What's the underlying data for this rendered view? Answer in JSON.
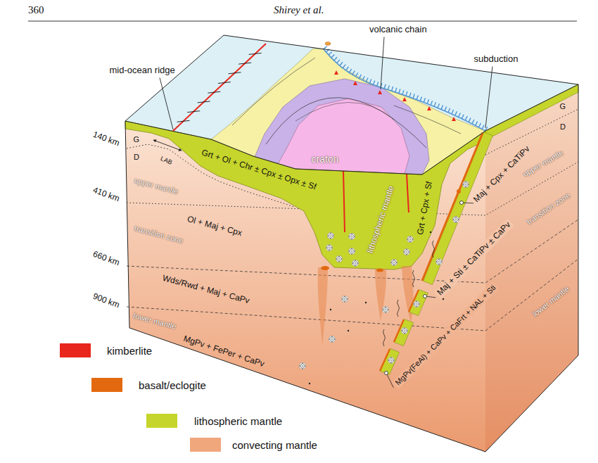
{
  "diagram": {
    "labels": [
      "360",
      "Shirey et al.",
      "mid-ocean ridge",
      "volcanic chain",
      "subduction",
      "140 km",
      "410 km",
      "660 km",
      "900 km",
      "G",
      "D",
      "G",
      "D",
      "LAB",
      "upper mantle",
      "transition zone",
      "lower mantle",
      "upper mantle",
      "transition zone",
      "lower mantle",
      "craton",
      "lithospheric mantle",
      "Grt + Ol + Chr ± Cpx ± Opx ± Sf",
      "Grt + Cpx + Sf",
      "Ol + Maj + Cpx",
      "Wds/Rwd + Maj + CaPv",
      "MgPv + FePer + CaPv",
      "Maj + Cpx + CaTiPv",
      "Maj + Sti ± CaTiPv ± CaPv",
      "MgPv(FeAl) + CaPv + CaFrt + NAL + Sti"
    ],
    "legend": [
      {
        "text": "kimberlite",
        "color": "#e8261b"
      },
      {
        "text": "basalt/eclogite",
        "color": "#e2690f"
      },
      {
        "text": "lithospheric mantle",
        "color": "#c6d52b"
      },
      {
        "text": "convecting mantle",
        "color": "#f0a77c"
      }
    ]
  }
}
